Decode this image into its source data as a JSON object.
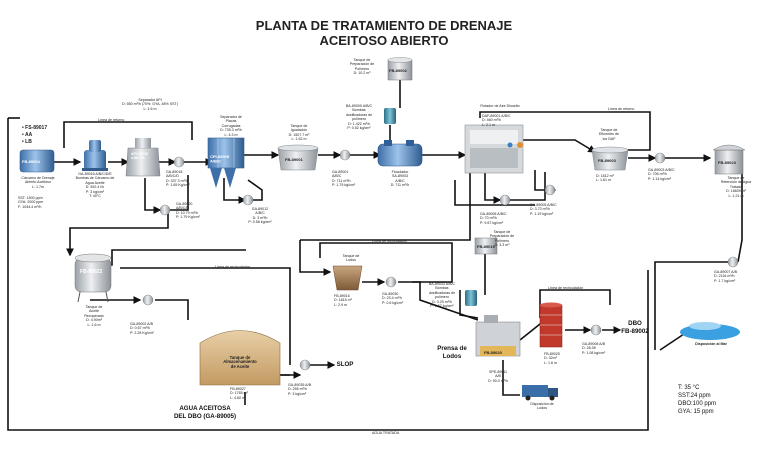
{
  "title": {
    "line1": "PLANTA DE TRATAMIENTO DE DRENAJE",
    "line2": "ACEITOSO ABIERTO"
  },
  "colors": {
    "pipe": "#111111",
    "tank_gray": "#bfc4c9",
    "tank_blue": "#5b8fc8",
    "tank_teal": "#3f8aa3",
    "tank_brown": "#a9835c",
    "tank_red": "#c0392b",
    "tank_sand": "#d7b98c",
    "water_blue": "#3aa0e0"
  },
  "inputs": {
    "fs": "FS-89017",
    "aa": "AA",
    "lb": "LB"
  },
  "equipment": {
    "fb89004": {
      "tag": "FB-89004",
      "desc": "Cárcamo de Drenaje\nAbierto Aceitoso\nL: 1.7m",
      "props": "SST: 1500 ppm\nGYA: 2000 ppm\nF: 1044.4 m³/h"
    },
    "ga89016": {
      "tag": "GA-89016 A/B/C/D/E",
      "desc": "Bombas de Cárcamo de\nAgua Aceite\nD: 592.4 l/h\nP: 3 kg/cm²\nT: 40°C"
    },
    "api": {
      "tag": "API-89016\nA/B/C/D",
      "header": "Separador API\nD: 550 m³/h (70%: GYA, 48% SST)\nL: 1.6 m",
      "return": "Línea de retorno"
    },
    "ga89018": {
      "tag": "GA-89018\nA/B/C/D",
      "props": "D: 337.3 m³/h\nP: 1.65 Kg/cm²"
    },
    "ga89020": {
      "tag": "GA-89020\nA/B/C/D",
      "props": "D: 10.79 m³/h\nP: 1.79 Kg/cm²"
    },
    "cpi": {
      "tag": "CPI-89005\nA/B/C",
      "desc": "Separador de\nPlacas\nCorrugadas\nD: 735.3 m³/h\nL: 4.3 m"
    },
    "ga89012": {
      "tag": "GA-89012\nA/B/C",
      "props": "D: 3 m³/h\nP: 0.58 kg/cm²"
    },
    "fb89001": {
      "tag": "FB-89001",
      "desc": "Tanque de\nIgualación\nD: 1507.7 m³\nL: 1.52 m"
    },
    "ga89001": {
      "tag": "GA-89001\nA/B/C",
      "props": "D: 711 m³/h\nP: 1.79 kg/cm²"
    },
    "fb89002": {
      "tag": "FB-89002",
      "desc": "Tanque de\nPreparación de\nPolímero\nD: 10.2 m³"
    },
    "ba89009": {
      "tag": "BA-89009 A/B/C",
      "desc": "Bombas\ndosificadoras de\npolímero\nD: 1.422 m³/h\nP: 0.52 kg/cm²"
    },
    "floc": {
      "tag": "Floculador\nSA-89003\nA/B/C",
      "props": "D: 711 m³/h"
    },
    "daf": {
      "tag": "Flotador de Aire Disuelto",
      "desc": "DAF-89001 A/B/C\nD: 460 m³/h\nL: 2.1 m",
      "return": "Línea de retorno"
    },
    "fb89003": {
      "tag": "FB-89003",
      "desc": "Tanque de\nEfluentes de\nlos DAF",
      "props": "D: 1812 m³\nL: 1.61 m"
    },
    "ga89003": {
      "tag": "GA-89003 A/B/C",
      "props": "D: 706 m³/h\nP: 1.14 kg/cm²"
    },
    "ga89006": {
      "tag": "GA-89006 A/B/C",
      "props": "D: 70 m³/h\nP: 9.67 kg/cm²"
    },
    "ga89005": {
      "tag": "GA-89005 A/B/C",
      "props": "D: 3.73 m³/h\nP: 1.19 kg/cm²"
    },
    "fb89023": {
      "tag": "FB-89023",
      "desc": "Tanque de\nRetención de Agua\nTratada\nD: 16609 m³\nL: 1.21 m"
    },
    "ga89007": {
      "tag": "GA-89007 A/B",
      "props": "D: 2116 m³/h\nP: 1.7 kg/cm²"
    },
    "fb89022": {
      "tag": "FB-89022",
      "desc": "Tanque de\nAceite\nRecuperado\nD: 4.90m³\nL: 1.6 m"
    },
    "ga89002": {
      "tag": "GA-89002 A/B",
      "props": "D: 0.67 m³/h\nP: 2.28 Kg/cm²"
    },
    "lodos": {
      "tag": "Tanque de\nLodos",
      "props": "FB-89016\nD: 1815 m³\nL: 2.9 m",
      "recirc": "Línea de recirculación"
    },
    "ga89030": {
      "tag": "GA-89030",
      "props": "D: 23.4 m³/h\nP: 0.6 kg/cm²"
    },
    "ba89033": {
      "tag": "BA-89033 A/B/C",
      "desc": "Bombas\ndosificadoras de\npolímero\nD: 3.25 m³/h\nP: 0.67 kg/cm²"
    },
    "fb89019": {
      "tag": "FB-89019",
      "desc": "Tanque de\nPreparación de\nPolímero\nD: 3.3 m³"
    },
    "prensa": {
      "tag": "Prensa de\nLodos",
      "inner": "FB-89020",
      "props": "SPE-89011\nA/B\nD: 90.0 m³/h"
    },
    "disposicion_lodos": {
      "label": "Disposición de\nLodos"
    },
    "fb89025": {
      "tag": "FB-89025",
      "props": "D: 32m³\nL: 1.6 m",
      "recirc": "Línea de recirculación"
    },
    "ga89008": {
      "tag": "GA-89008 A/B",
      "props": "D: 28.3ft\nP: 1.08 kg/cm²"
    },
    "dbo": {
      "label": "DBO\nFB-89002"
    },
    "almacen": {
      "tag": "Tanque de\nAlmacenamiento\nde Aceite",
      "props": "FB-89027\nD: 1765 m³\nL: 4.60 m",
      "recirc": "Línea de recirculación"
    },
    "ga89035": {
      "tag": "GA-89035 A/B",
      "props": "D: 255 m³/h\nP: 3 kg/cm²"
    },
    "slop": {
      "label": "SLOP"
    },
    "agua": {
      "label": "AGUA ACEITOSA\nDEL DBO (GA-89005)"
    },
    "mar": {
      "label": "Disposición al Mar"
    },
    "agua_tratada": {
      "label": "AGUA TRATADA"
    }
  },
  "conditions": {
    "t": "T: 35 °C",
    "sst": "SST:24 ppm",
    "dbo": "DBO:100 ppm",
    "gya": "GYA: 15 ppm"
  }
}
